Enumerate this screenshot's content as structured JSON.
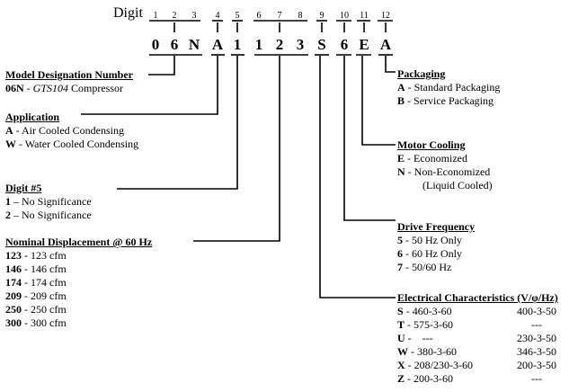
{
  "digit_label": "Digit",
  "digit_numbers": [
    "1",
    "2",
    "3",
    "4",
    "5",
    "6",
    "7",
    "8",
    "9",
    "10",
    "11",
    "12"
  ],
  "code_chars": [
    "0",
    "6",
    "N",
    "A",
    "1",
    "1",
    "2",
    "3",
    "S",
    "6",
    "E",
    "A"
  ],
  "sections": {
    "model": {
      "title": "Model Designation Number",
      "items": [
        {
          "code": "06N",
          "desc": "GTS104",
          "suffix": " Compressor"
        }
      ]
    },
    "application": {
      "title": "Application",
      "items": [
        {
          "code": "A",
          "desc": "Air Cooled Condensing"
        },
        {
          "code": "W",
          "desc": "Water Cooled Condensing"
        }
      ]
    },
    "digit5": {
      "title": "Digit #5",
      "items": [
        {
          "code": "1",
          "desc": "No Significance"
        },
        {
          "code": "2",
          "desc": "No Significance"
        }
      ]
    },
    "displacement": {
      "title": "Nominal Displacement @ 60 Hz",
      "items": [
        {
          "code": "123",
          "desc": "123 cfm"
        },
        {
          "code": "146",
          "desc": "146 cfm"
        },
        {
          "code": "174",
          "desc": "174 cfm"
        },
        {
          "code": "209",
          "desc": "209 cfm"
        },
        {
          "code": "250",
          "desc": "250 cfm"
        },
        {
          "code": "300",
          "desc": "300 cfm"
        }
      ]
    },
    "packaging": {
      "title": "Packaging",
      "items": [
        {
          "code": "A",
          "desc": "Standard Packaging"
        },
        {
          "code": "B",
          "desc": "Service Packaging"
        }
      ]
    },
    "motor_cooling": {
      "title": "Motor Cooling",
      "items": [
        {
          "code": "E",
          "desc": "Economized"
        },
        {
          "code": "N",
          "desc": "Non-Economized"
        }
      ],
      "note": "(Liquid Cooled)"
    },
    "drive_frequency": {
      "title": "Drive Frequency",
      "items": [
        {
          "code": "5",
          "desc": "50 Hz Only"
        },
        {
          "code": "6",
          "desc": "60 Hz Only"
        },
        {
          "code": "7",
          "desc": "50/60 Hz"
        }
      ]
    },
    "electrical": {
      "title": "Electrical Characteristics (V/φ/Hz)",
      "items": [
        {
          "code": "S",
          "col1": "460-3-60",
          "col2": "400-3-50"
        },
        {
          "code": "T",
          "col1": "575-3-60",
          "col2": "---"
        },
        {
          "code": "U",
          "col1": "---",
          "col2": "230-3-50"
        },
        {
          "code": "W",
          "col1": "380-3-60",
          "col2": "346-3-50"
        },
        {
          "code": "X",
          "col1": "208/230-3-60",
          "col2": "200-3-50"
        },
        {
          "code": "Z",
          "col1": "200-3-60",
          "col2": "---"
        }
      ]
    }
  }
}
